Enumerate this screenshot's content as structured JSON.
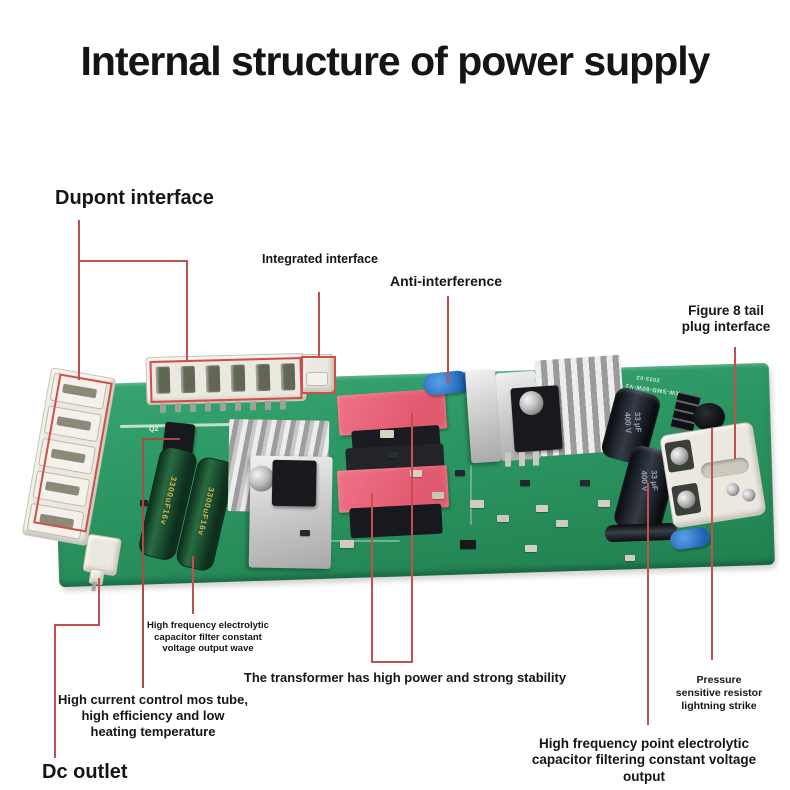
{
  "title": "Internal structure of power supply",
  "labels": {
    "dupont": "Dupont interface",
    "integrated": "Integrated interface",
    "anti": "Anti-interference",
    "figure8": "Figure 8 tail\nplug interface",
    "hf_filter": "High frequency electrolytic\ncapacitor filter constant\nvoltage output wave",
    "transformer": "The transformer has high power and strong stability",
    "mos": "High current control mos tube,\nhigh efficiency and low\nheating temperature",
    "pressure": "Pressure\nsensitive resistor\nlightning strike",
    "hf_point": "High frequency point electrolytic\ncapacitor filtering constant voltage\noutput",
    "dc": "Dc outlet"
  },
  "board": {
    "silkscreen_model": "XW-SMD-60W-V2",
    "silkscreen_date": "2023-03",
    "green_cap_text": "3300uF16v",
    "black_cap_text": "33 µF\n400 V",
    "q2_label": "Q2"
  },
  "colors": {
    "callout_red": "#c1514c",
    "highlight_box_red": "#cf4f48",
    "pcb_green": "#2b9562",
    "transformer_pink": "#e8607a",
    "inductor_blue": "#2f80d0",
    "label_text": "#151515"
  }
}
